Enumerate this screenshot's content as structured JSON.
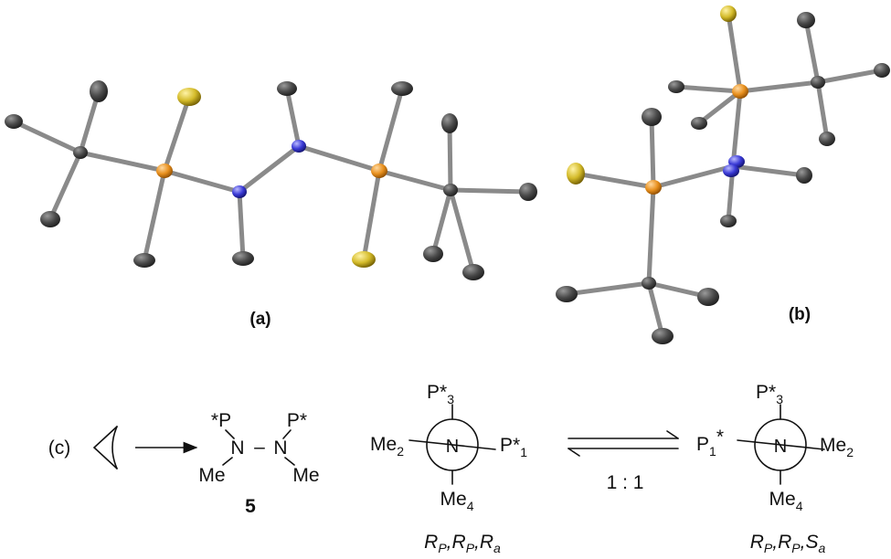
{
  "panels": {
    "a": {
      "label": "(a)"
    },
    "b": {
      "label": "(b)"
    },
    "c": {
      "label": "(c)"
    }
  },
  "atoms": {
    "c": {
      "name": "carbon",
      "color": "#4a4a4a"
    },
    "p": {
      "name": "phosphorus",
      "color": "#e8901e"
    },
    "n": {
      "name": "nitrogen",
      "color": "#3a3ad6"
    },
    "s": {
      "name": "sulfur",
      "color": "#d4bb2a"
    }
  },
  "scheme": {
    "compound": {
      "p_left": "*P",
      "p_right": "P*",
      "n": "N",
      "dash": "–",
      "me_left": "Me",
      "me_right": "Me",
      "number": "5"
    },
    "newman_left": {
      "top": "P*",
      "top_sub": "3",
      "left": "Me",
      "left_sub": "2",
      "right": "P*",
      "right_sub": "1",
      "bottom": "Me",
      "bottom_sub": "4",
      "center": "N",
      "config": {
        "r1": "R",
        "s1": "P",
        "r2": "R",
        "s2": "P",
        "r3": "R",
        "s3": "a",
        "sep": ","
      }
    },
    "newman_right": {
      "top": "P*",
      "top_sub": "3",
      "left": "P",
      "left_sub": "1",
      "left_star": "*",
      "right": "Me",
      "right_sub": "2",
      "bottom": "Me",
      "bottom_sub": "4",
      "center": "N",
      "config": {
        "r1": "R",
        "s1": "P",
        "r2": "R",
        "s2": "P",
        "r3": "S",
        "s3": "a",
        "sep": ","
      }
    },
    "ratio": "1 : 1"
  }
}
